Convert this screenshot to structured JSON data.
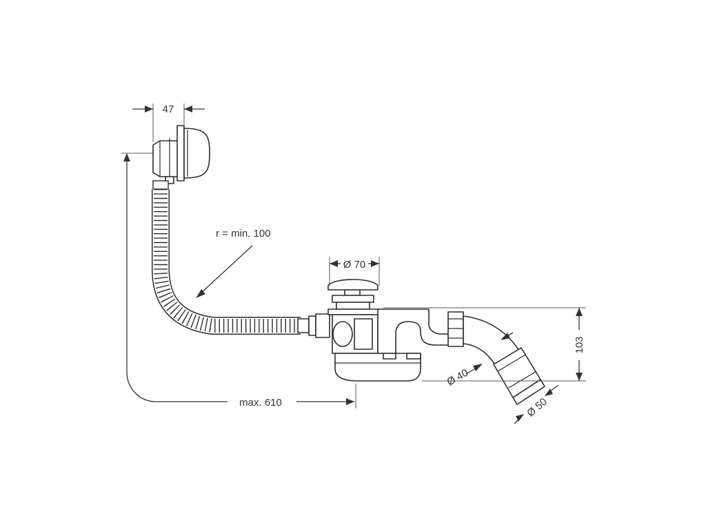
{
  "dimensions": {
    "overflow_width": "47",
    "hose_radius": "r = min. 100",
    "drain_diameter": "Ø 70",
    "height": "103",
    "inlet_diameter": "Ø 40",
    "outlet_diameter": "Ø 50",
    "max_length": "max. 610"
  }
}
